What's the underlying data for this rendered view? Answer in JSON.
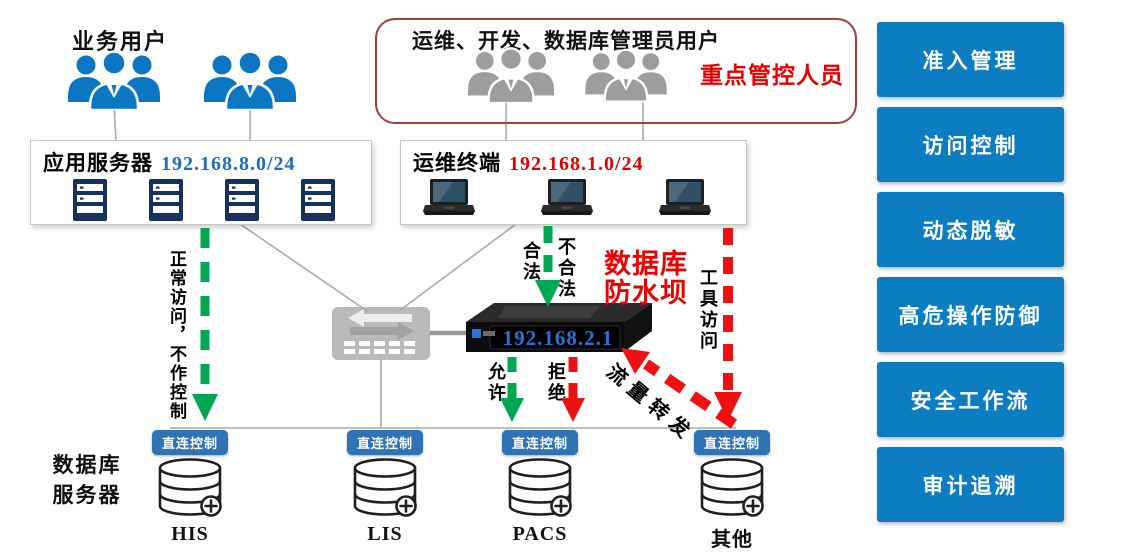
{
  "business_users": {
    "title": "业务用户"
  },
  "managed_users": {
    "title": "运维、开发、数据库管理员用户",
    "tag": "重点管控人员"
  },
  "app_servers": {
    "title": "应用服务器",
    "subnet": "192.168.8.0/24"
  },
  "ops_terminals": {
    "title": "运维终端",
    "subnet": "192.168.1.0/24"
  },
  "gateway": {
    "ip": "192.168.2.1",
    "label": "数据库防水坝"
  },
  "flows": {
    "normal": "正常访问，不作控制",
    "legal": "合法",
    "illegal": "不合法",
    "allow": "允许",
    "deny": "拒绝",
    "tool": "工具访问",
    "forward": "流量转发"
  },
  "db_section": {
    "title": "数据库\n服务器",
    "badge": "直连控制",
    "databases": [
      "HIS",
      "LIS",
      "PACS",
      "其他"
    ]
  },
  "features": [
    "准入管理",
    "访问控制",
    "动态脱敏",
    "高危操作防御",
    "安全工作流",
    "审计追溯"
  ],
  "colors": {
    "feature_blue": "#0d7dc2",
    "badge_blue": "#2e74b5",
    "arrow_green": "#00a651",
    "arrow_red": "#ee1111",
    "box_border_red": "#a43d3c",
    "subnet_blue": "#1f6eb8",
    "subnet_red": "#e00000",
    "gateway_ip_blue": "#2d6fd8"
  }
}
